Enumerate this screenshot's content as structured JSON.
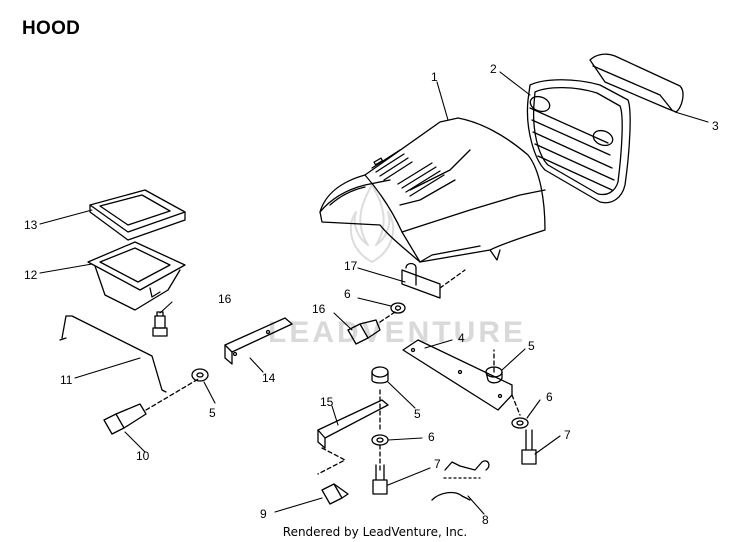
{
  "page": {
    "title": "HOOD",
    "footer": "Rendered by LeadVenture, Inc.",
    "watermark": "LEADVENTURE"
  },
  "callouts": [
    {
      "id": "1",
      "label": "1"
    },
    {
      "id": "2",
      "label": "2"
    },
    {
      "id": "3",
      "label": "3"
    },
    {
      "id": "4",
      "label": "4"
    },
    {
      "id": "5a",
      "label": "5"
    },
    {
      "id": "5b",
      "label": "5"
    },
    {
      "id": "5c",
      "label": "5"
    },
    {
      "id": "6a",
      "label": "6"
    },
    {
      "id": "6b",
      "label": "6"
    },
    {
      "id": "6c",
      "label": "6"
    },
    {
      "id": "7a",
      "label": "7"
    },
    {
      "id": "7b",
      "label": "7"
    },
    {
      "id": "8",
      "label": "8"
    },
    {
      "id": "9",
      "label": "9"
    },
    {
      "id": "10",
      "label": "10"
    },
    {
      "id": "11",
      "label": "11"
    },
    {
      "id": "12",
      "label": "12"
    },
    {
      "id": "13",
      "label": "13"
    },
    {
      "id": "14",
      "label": "14"
    },
    {
      "id": "15",
      "label": "15"
    },
    {
      "id": "16a",
      "label": "16"
    },
    {
      "id": "16b",
      "label": "16"
    },
    {
      "id": "17",
      "label": "17"
    }
  ]
}
